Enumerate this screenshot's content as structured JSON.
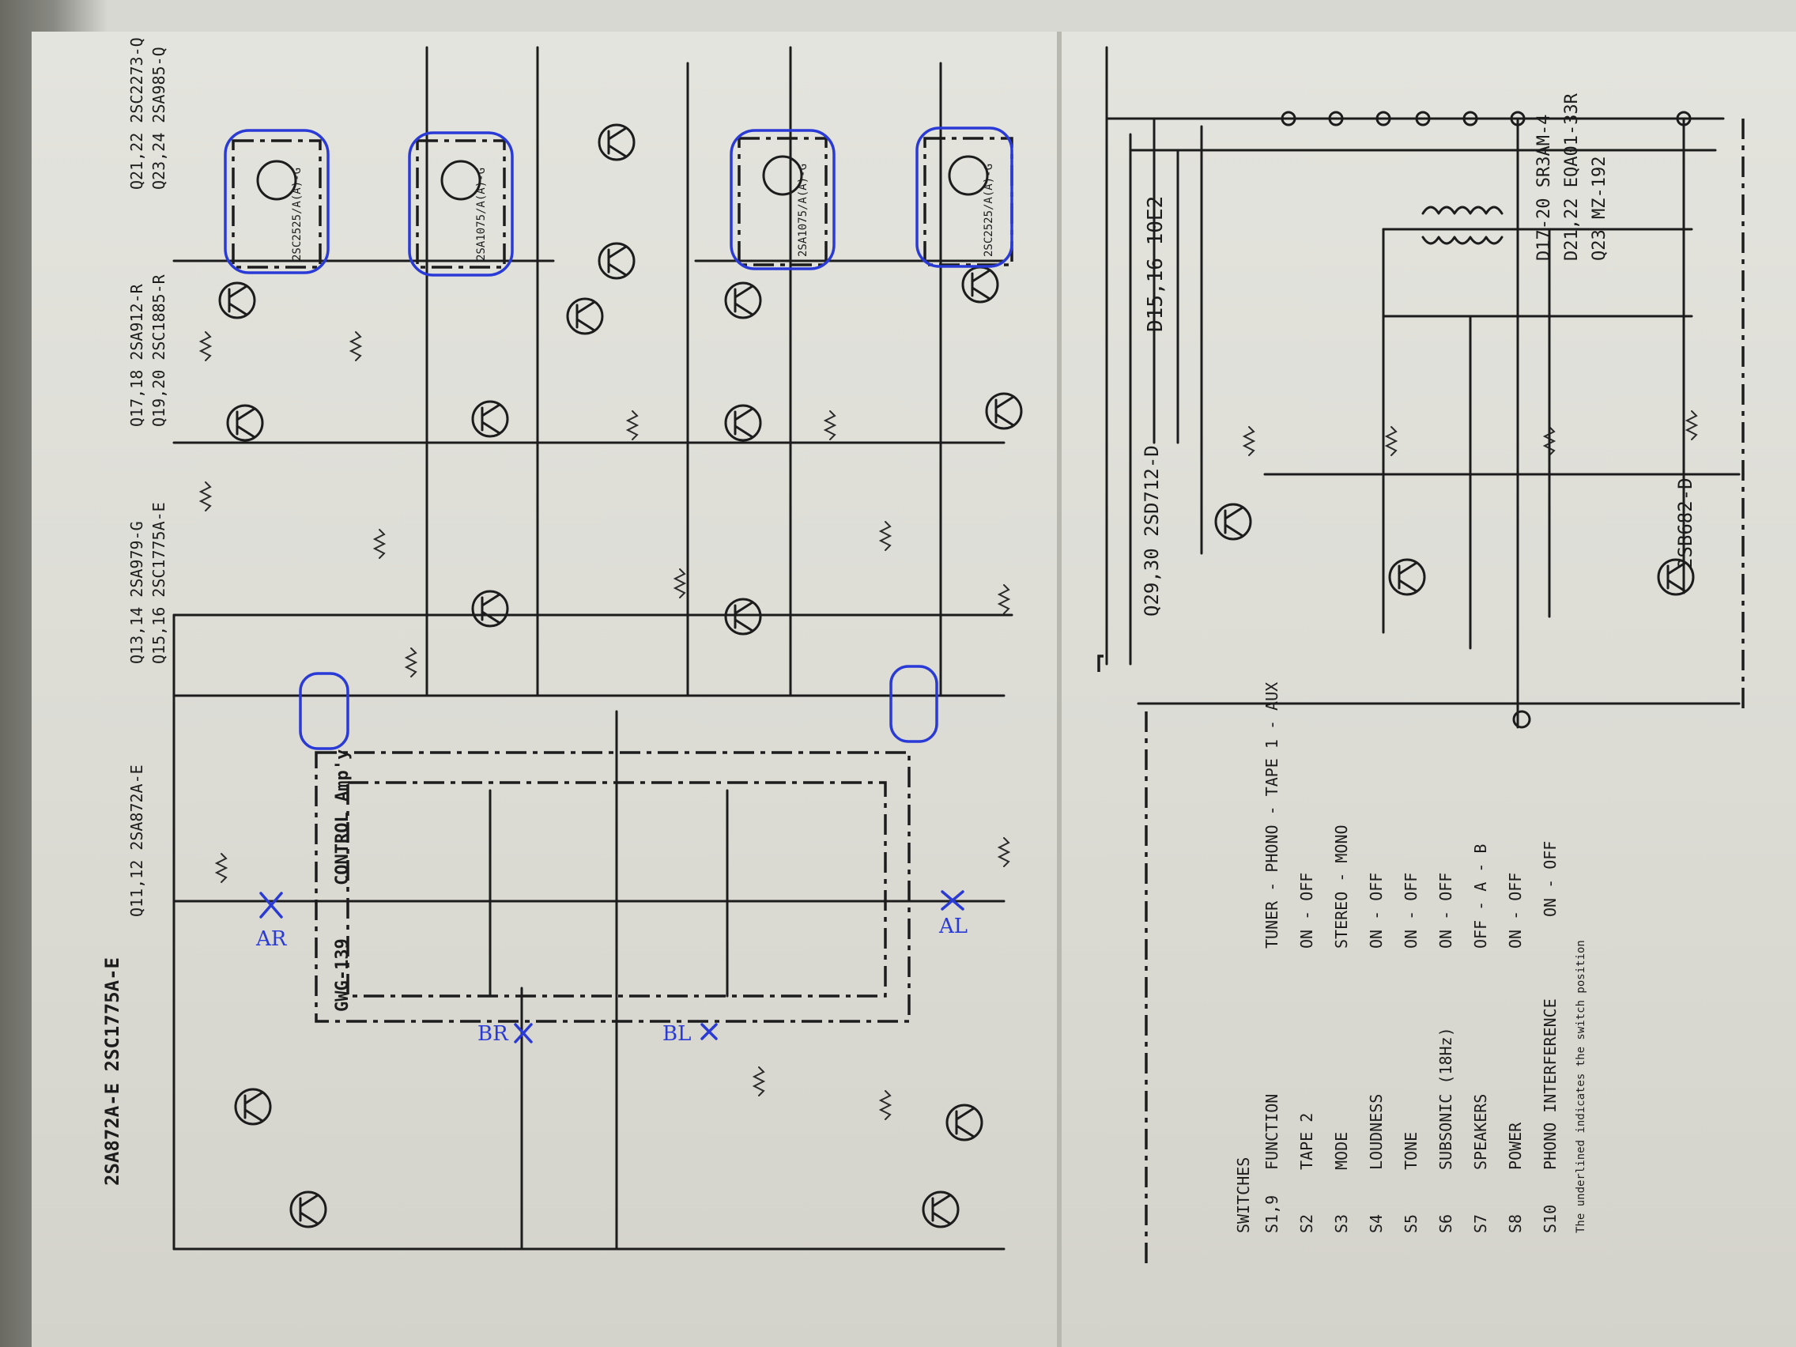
{
  "header_part_numbers": [
    "2SA872A-E 2SC1775A-E",
    "Q11,12 2SA872A-E",
    "Q13,14 2SA979-G",
    "Q15,16 2SC1775A-E",
    "Q17,18 2SA912-R",
    "Q19,20 2SC1885-R",
    "Q21,22 2SC2273-Q",
    "Q23,24 2SA985-Q"
  ],
  "right_part_numbers": [
    "D17-20 SR3AM-4",
    "D21,22 EQA01-33R",
    "Q23 MZ-192",
    "D15,16 10E2",
    "Q29,30 2SD712-D",
    "2SB682-D"
  ],
  "control_block_labels": [
    "CONTROL Amp'y",
    "GWG-139"
  ],
  "annotations": [
    "AR",
    "AL",
    "BR",
    "BL"
  ],
  "switches_title": "SWITCHES",
  "switches": [
    {
      "id": "S1,9",
      "name": "FUNCTION",
      "positions": "TUNER - PHONO - TAPE 1 - AUX"
    },
    {
      "id": "S2",
      "name": "TAPE 2",
      "positions": "ON - OFF"
    },
    {
      "id": "S3",
      "name": "MODE",
      "positions": "STEREO - MONO"
    },
    {
      "id": "S4",
      "name": "LOUDNESS",
      "positions": "ON - OFF"
    },
    {
      "id": "S5",
      "name": "TONE",
      "positions": "ON - OFF"
    },
    {
      "id": "S6",
      "name": "SUBSONIC (18Hz)",
      "positions": "ON - OFF"
    },
    {
      "id": "S7",
      "name": "SPEAKERS",
      "positions": "OFF - A - B"
    },
    {
      "id": "S8",
      "name": "POWER",
      "positions": "ON - OFF"
    },
    {
      "id": "S10",
      "name": "PHONO INTERFERENCE",
      "positions": "ON - OFF"
    }
  ],
  "switches_footnote": "The underlined indicates the switch position",
  "transistor_labels": [
    "2SC2525/A(A)-G",
    "2SA1075/A(A)-G",
    "2SA1075/A(A)-G",
    "2SC2525/A(A)-G"
  ],
  "colors": {
    "ink": "#1c1c1c",
    "marker_blue": "#2a3ad6",
    "paper": "#dcdcd5"
  }
}
